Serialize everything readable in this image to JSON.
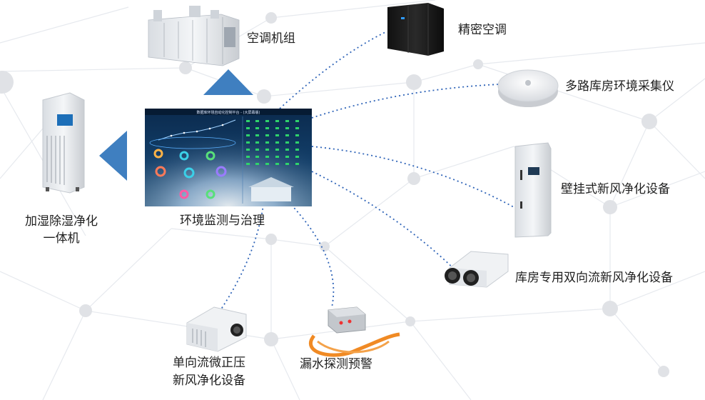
{
  "center": {
    "label": "环境监测与治理",
    "screen_title": "数据库环境自动化控制平台 - (大屏幕版)"
  },
  "devices": {
    "ahu": {
      "label": "空调机组",
      "icon": "ahu-icon"
    },
    "precision_ac": {
      "label": "精密空调",
      "icon": "server-cabinet-icon"
    },
    "collector": {
      "label": "多路库房环境采集仪",
      "icon": "round-sensor-icon"
    },
    "wall_fresh_air": {
      "label": "壁挂式新风净化设备",
      "icon": "wall-cabinet-icon"
    },
    "bidirectional": {
      "label": "库房专用双向流新风净化设备",
      "icon": "ventilation-box-icon"
    },
    "leak": {
      "label": "漏水探测预警",
      "icon": "leak-detector-icon"
    },
    "unidirectional": {
      "line1": "单向流微正压",
      "line2": "新风净化设备",
      "icon": "projector-box-icon"
    },
    "humidifier": {
      "line1": "加湿除湿净化",
      "line2": "一体机",
      "icon": "tower-unit-icon"
    }
  },
  "colors": {
    "arrow": "#3f7fc0",
    "dotted_line": "#2f64b8",
    "network_line": "#e6e9ee",
    "network_node": "#e0e2e6"
  }
}
